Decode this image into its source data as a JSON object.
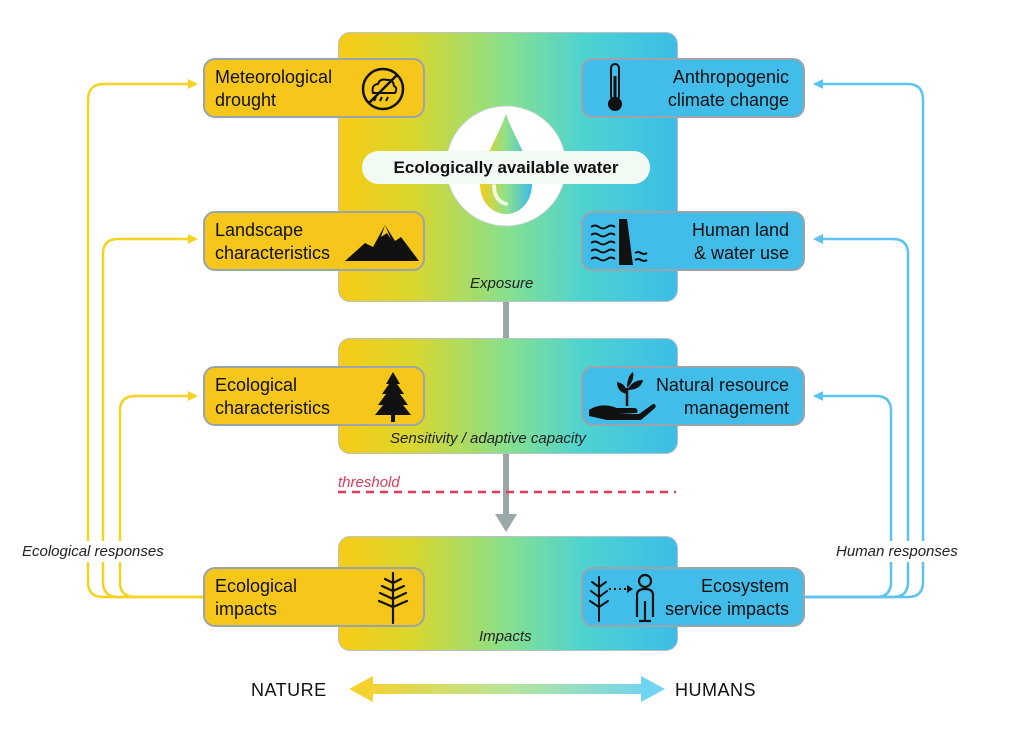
{
  "center": {
    "title": "Ecologically available water"
  },
  "stages": {
    "exposure": "Exposure",
    "sensitivity": "Sensitivity / adaptive capacity",
    "threshold": "threshold",
    "impacts": "Impacts"
  },
  "nature_boxes": {
    "meteorological": [
      "Meteorological",
      "drought"
    ],
    "landscape": [
      "Landscape",
      "characteristics"
    ],
    "ecological_char": [
      "Ecological",
      "characteristics"
    ],
    "ecological_impacts": [
      "Ecological",
      "impacts"
    ]
  },
  "human_boxes": {
    "climate": [
      "Anthropogenic",
      "climate change"
    ],
    "land_water": [
      "Human land",
      "& water use"
    ],
    "resource_mgmt": [
      "Natural resource",
      "management"
    ],
    "ecosystem": [
      "Ecosystem",
      "service impacts"
    ]
  },
  "feedback": {
    "left": "Ecological responses",
    "right": "Human responses"
  },
  "axis": {
    "left": "NATURE",
    "right": "HUMANS"
  },
  "icons": {
    "meteorological": "no-rain-cloud-icon",
    "landscape": "mountain-icon",
    "ecological_char": "conifer-tree-icon",
    "ecological_impacts": "dead-tree-icon",
    "climate": "thermometer-icon",
    "land_water": "dam-icon",
    "resource_mgmt": "hand-seedling-icon",
    "ecosystem": "tree-to-person-icon"
  },
  "colors": {
    "nature_yellow": "#f6c61a",
    "human_blue": "#42bdea",
    "feedback_yellow": "#f5d323",
    "feedback_blue": "#5cc4ee",
    "threshold_red": "#e23b5a",
    "flow_grey": "#9aa8a8"
  }
}
